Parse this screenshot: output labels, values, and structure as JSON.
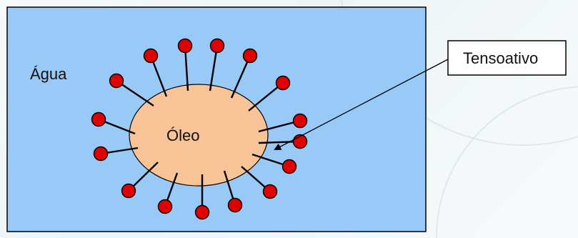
{
  "labels": {
    "water": "Água",
    "oil": "Óleo",
    "surfactant": "Tensoativo"
  },
  "colors": {
    "water": "#99c9f7",
    "oil": "#f8c396",
    "surfactant_head": "#e00000",
    "line": "#000000"
  }
}
